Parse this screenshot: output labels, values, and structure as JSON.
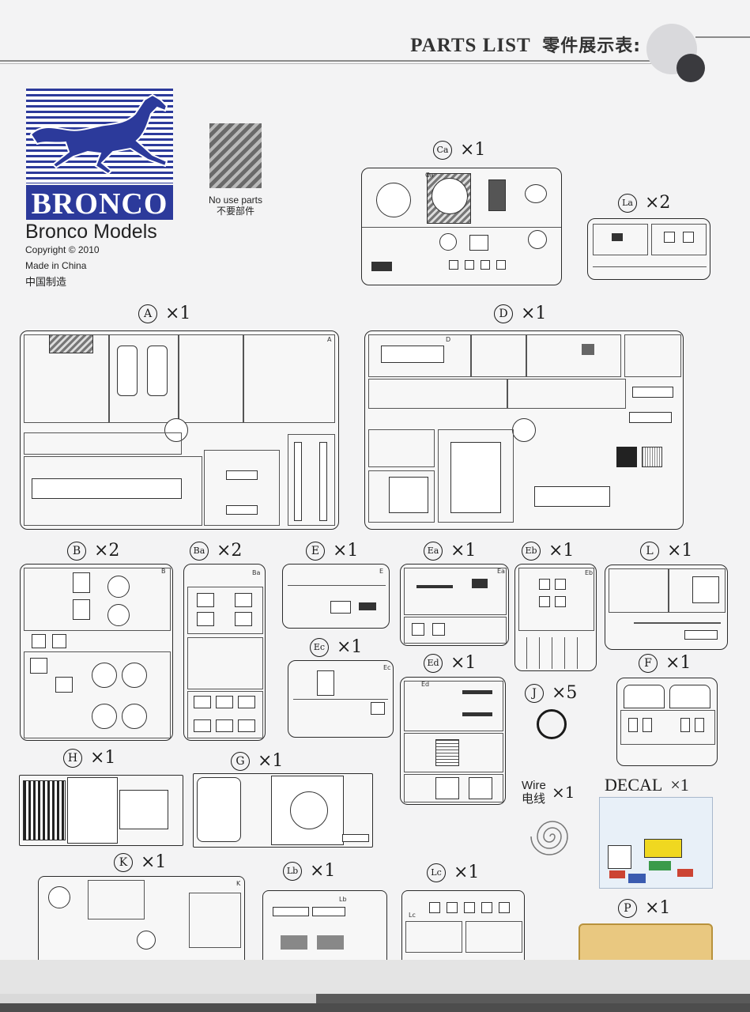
{
  "header": {
    "title": "PARTS LIST",
    "title_cn": "零件展示表:"
  },
  "brand": {
    "logo_word": "BRONCO",
    "name": "Bronco Models",
    "copyright": "Copyright © 2010",
    "made_in": "Made in China",
    "made_in_cn": "中国制造"
  },
  "legend": {
    "no_use": "No use parts",
    "no_use_cn": "不要部件"
  },
  "sprues": [
    {
      "id": "Ca",
      "count": "×1"
    },
    {
      "id": "La",
      "count": "×2"
    },
    {
      "id": "A",
      "count": "×1"
    },
    {
      "id": "D",
      "count": "×1"
    },
    {
      "id": "B",
      "count": "×2"
    },
    {
      "id": "Ba",
      "count": "×2"
    },
    {
      "id": "E",
      "count": "×1"
    },
    {
      "id": "Ea",
      "count": "×1"
    },
    {
      "id": "Eb",
      "count": "×1"
    },
    {
      "id": "L",
      "count": "×1"
    },
    {
      "id": "Ec",
      "count": "×1"
    },
    {
      "id": "Ed",
      "count": "×1"
    },
    {
      "id": "J",
      "count": "×5"
    },
    {
      "id": "F",
      "count": "×1"
    },
    {
      "id": "H",
      "count": "×1"
    },
    {
      "id": "G",
      "count": "×1"
    },
    {
      "id": "K",
      "count": "×1"
    },
    {
      "id": "Lb",
      "count": "×1"
    },
    {
      "id": "Lc",
      "count": "×1"
    },
    {
      "id": "P",
      "count": "×1"
    }
  ],
  "wire": {
    "label": "Wire",
    "label_cn": "电线",
    "count": "×1"
  },
  "decal": {
    "label": "DECAL",
    "count": "×1"
  }
}
